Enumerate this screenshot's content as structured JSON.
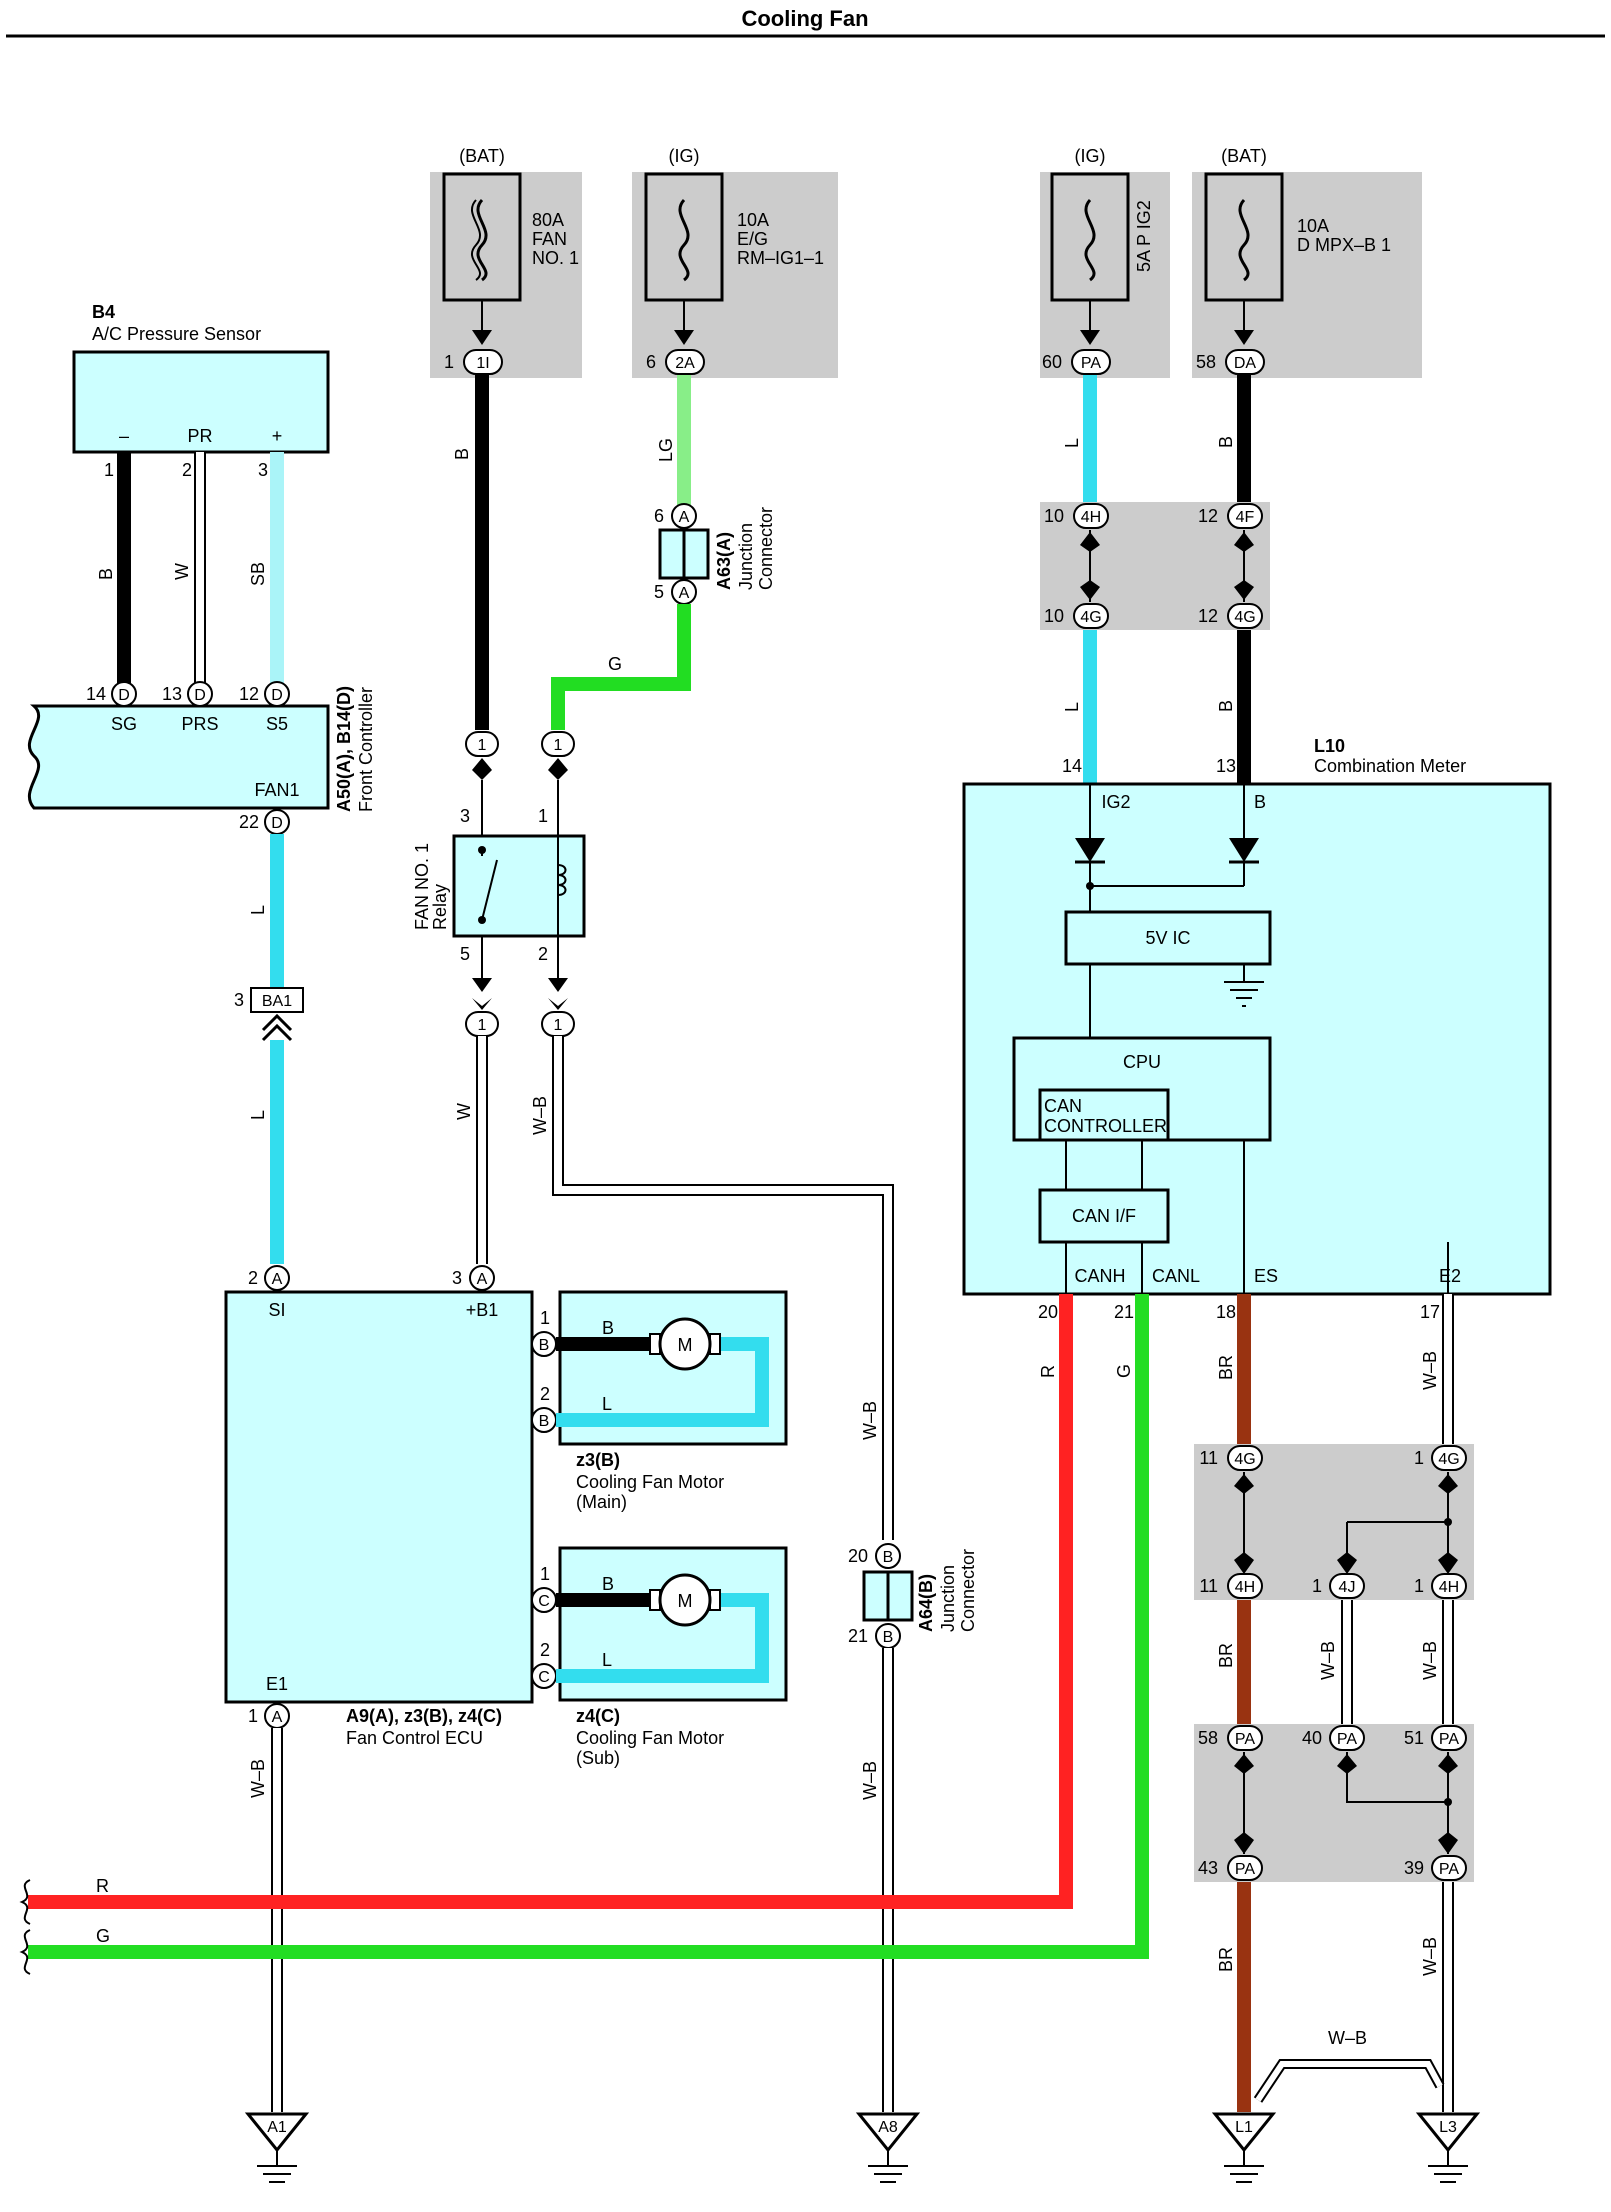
{
  "title": "Cooling Fan",
  "colors": {
    "component_fill": "#ccffff",
    "junction_bg": "#cccccc",
    "wire_B": "#000000",
    "wire_L": "#33ddee",
    "wire_SB": "#aaf4f8",
    "wire_LG": "#88ee88",
    "wire_G": "#22dd22",
    "wire_R": "#ff2222",
    "wire_BR": "#993311"
  },
  "fuses": [
    {
      "source": "(BAT)",
      "rating": "80A",
      "name1": "FAN",
      "name2": "NO. 1",
      "pin": "1",
      "conn": "1I"
    },
    {
      "source": "(IG)",
      "rating": "10A",
      "name1": "E/G",
      "name2": "RM–IG1–1",
      "pin": "6",
      "conn": "2A"
    },
    {
      "source": "(IG)",
      "rating": "5A P IG2",
      "pin": "60",
      "conn": "PA"
    },
    {
      "source": "(BAT)",
      "rating": "10A",
      "name1": "D MPX–B 1",
      "pin": "58",
      "conn": "DA"
    }
  ],
  "pressure_sensor": {
    "id": "B4",
    "name": "A/C Pressure Sensor",
    "terminals": [
      "–",
      "PR",
      "+"
    ],
    "pins": [
      "1",
      "2",
      "3"
    ],
    "wires": [
      "B",
      "W",
      "SB"
    ]
  },
  "front_controller": {
    "id": "A50(A), B14(D)",
    "name": "Front Controller",
    "terminals": [
      "SG",
      "PRS",
      "S5",
      "FAN1"
    ],
    "pins": [
      "14",
      "13",
      "12",
      "22"
    ],
    "conn": "D"
  },
  "junction_a63": {
    "id": "A63(A)",
    "line1": "Junction",
    "line2": "Connector",
    "pin_top": "6",
    "pin_bot": "5",
    "conn": "A"
  },
  "relay": {
    "line1": "FAN NO. 1",
    "line2": "Relay",
    "pins": [
      "3",
      "1",
      "5",
      "2"
    ],
    "conn": "1"
  },
  "ba1": {
    "pin": "3",
    "conn": "BA1"
  },
  "fan_ecu": {
    "id": "A9(A), z3(B), z4(C)",
    "name": "Fan Control ECU",
    "si": "SI",
    "b1": "+B1",
    "e1": "E1",
    "pin_si": "2",
    "pin_b1": "3",
    "pin_e1": "1",
    "conn": "A"
  },
  "motor_main": {
    "id": "z3(B)",
    "name": "Cooling Fan Motor",
    "sub": "(Main)",
    "pins": [
      "1",
      "2"
    ],
    "conn": "B",
    "motor": "M",
    "wire1": "B",
    "wire2": "L"
  },
  "motor_sub": {
    "id": "z4(C)",
    "name": "Cooling Fan Motor",
    "sub": "(Sub)",
    "pins": [
      "1",
      "2"
    ],
    "conn": "C",
    "motor": "M",
    "wire1": "B",
    "wire2": "L"
  },
  "junction_a64": {
    "id": "A64(B)",
    "line1": "Junction",
    "line2": "Connector",
    "pin_top": "20",
    "pin_bot": "21",
    "conn": "B"
  },
  "combo_meter": {
    "id": "L10",
    "name": "Combination Meter",
    "ig2": "IG2",
    "b": "B",
    "ic": "5V IC",
    "cpu": "CPU",
    "can1": "CAN",
    "can2": "CONTROLLER",
    "canif": "CAN I/F",
    "canh": "CANH",
    "canl": "CANL",
    "es": "ES",
    "e2": "E2",
    "pin_ig2": "14",
    "pin_b": "13",
    "pin_canh": "20",
    "pin_canl": "21",
    "pin_es": "18",
    "pin_e2": "17"
  },
  "junctions_right": [
    {
      "pin": "10",
      "conn": "4H"
    },
    {
      "pin": "12",
      "conn": "4F"
    },
    {
      "pin": "10",
      "conn": "4G"
    },
    {
      "pin": "12",
      "conn": "4G"
    },
    {
      "pin": "11",
      "conn": "4G"
    },
    {
      "pin": "1",
      "conn": "4G"
    },
    {
      "pin": "11",
      "conn": "4H"
    },
    {
      "pin": "1",
      "conn": "4J"
    },
    {
      "pin": "1",
      "conn": "4H"
    },
    {
      "pin": "58",
      "conn": "PA"
    },
    {
      "pin": "40",
      "conn": "PA"
    },
    {
      "pin": "51",
      "conn": "PA"
    },
    {
      "pin": "43",
      "conn": "PA"
    },
    {
      "pin": "39",
      "conn": "PA"
    }
  ],
  "wire_labels": {
    "b": "B",
    "lg": "LG",
    "g": "G",
    "l": "L",
    "w": "W",
    "wb": "W–B",
    "r": "R",
    "br": "BR"
  },
  "grounds": [
    "A1",
    "A8",
    "L1",
    "L3"
  ]
}
